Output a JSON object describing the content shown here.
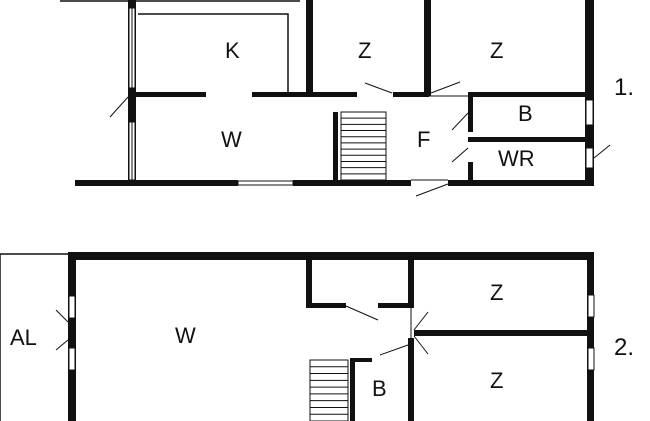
{
  "floors": [
    {
      "label": "1.",
      "rooms": [
        "K",
        "Z",
        "Z",
        "W",
        "F",
        "B",
        "WR"
      ]
    },
    {
      "label": "2.",
      "rooms": [
        "AL",
        "W",
        "Z",
        "Z",
        "B"
      ]
    }
  ]
}
